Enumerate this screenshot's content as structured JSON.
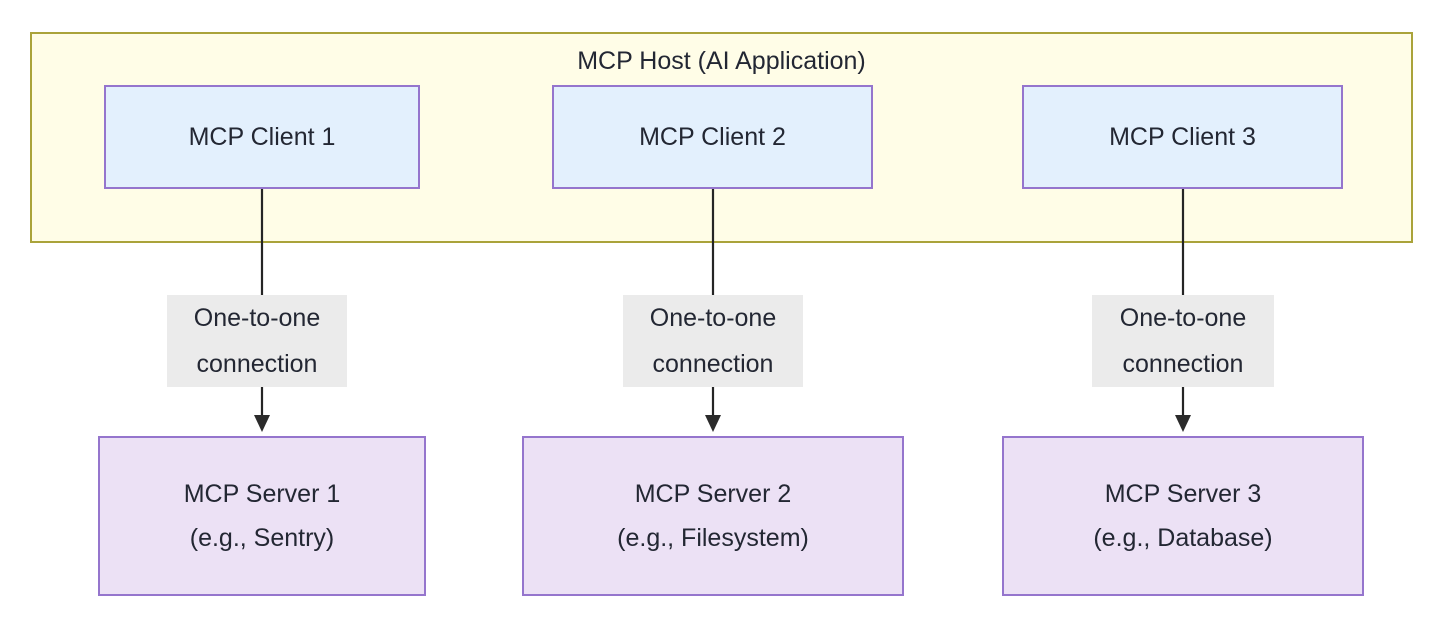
{
  "diagram": {
    "type": "flowchart",
    "title": "MCP Host (AI Application)",
    "host": {
      "label": "MCP Host (AI Application)",
      "fill_color": "#fffde7",
      "border_color": "#aaa33a"
    },
    "clients": [
      {
        "id": "client-1",
        "label": "MCP Client 1",
        "fill_color": "#e3f0fd",
        "border_color": "#9575cd"
      },
      {
        "id": "client-2",
        "label": "MCP Client 2",
        "fill_color": "#e3f0fd",
        "border_color": "#9575cd"
      },
      {
        "id": "client-3",
        "label": "MCP Client 3",
        "fill_color": "#e3f0fd",
        "border_color": "#9575cd"
      }
    ],
    "servers": [
      {
        "id": "server-1",
        "line1": "MCP Server 1",
        "line2": "(e.g., Sentry)",
        "fill_color": "#ece1f5",
        "border_color": "#9575cd"
      },
      {
        "id": "server-2",
        "line1": "MCP Server 2",
        "line2": "(e.g., Filesystem)",
        "fill_color": "#ece1f5",
        "border_color": "#9575cd"
      },
      {
        "id": "server-3",
        "line1": "MCP Server 3",
        "line2": "(e.g., Database)",
        "fill_color": "#ece1f5",
        "border_color": "#9575cd"
      }
    ],
    "edges": [
      {
        "id": "edge-1",
        "from": "client-1",
        "to": "server-1",
        "line1": "One-to-one",
        "line2": "connection",
        "label_bg": "#ebebeb",
        "arrow": "down"
      },
      {
        "id": "edge-2",
        "from": "client-2",
        "to": "server-2",
        "line1": "One-to-one",
        "line2": "connection",
        "label_bg": "#ebebeb",
        "arrow": "down"
      },
      {
        "id": "edge-3",
        "from": "client-3",
        "to": "server-3",
        "line1": "One-to-one",
        "line2": "connection",
        "label_bg": "#ebebeb",
        "arrow": "down"
      }
    ]
  }
}
